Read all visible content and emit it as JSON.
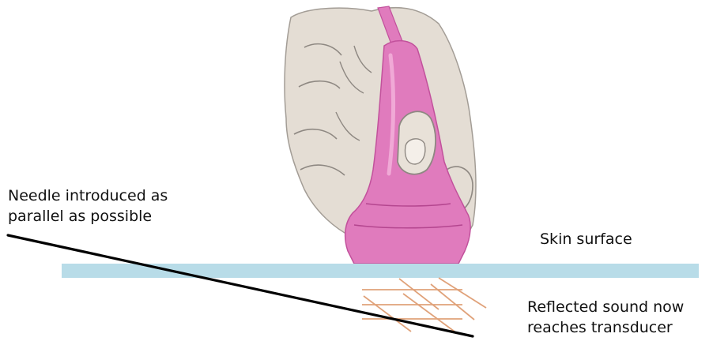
{
  "labels": {
    "needle_line1": "Needle introduced as",
    "needle_line2": "parallel as possible",
    "skin_surface": "Skin surface",
    "reflected_line1": "Reflected sound now",
    "reflected_line2": "reaches transducer"
  },
  "colors": {
    "skin_surface": "#b8dce8",
    "transducer": "#e07bbd",
    "transducer_dark": "#c2519c",
    "hand": "#e4ddd4",
    "hand_outline": "#8e8882",
    "needle": "#000000",
    "sound_waves": "#e0a27a",
    "text": "#111111"
  },
  "icons": {
    "hand": "hand-icon",
    "transducer": "ultrasound-transducer-icon"
  }
}
